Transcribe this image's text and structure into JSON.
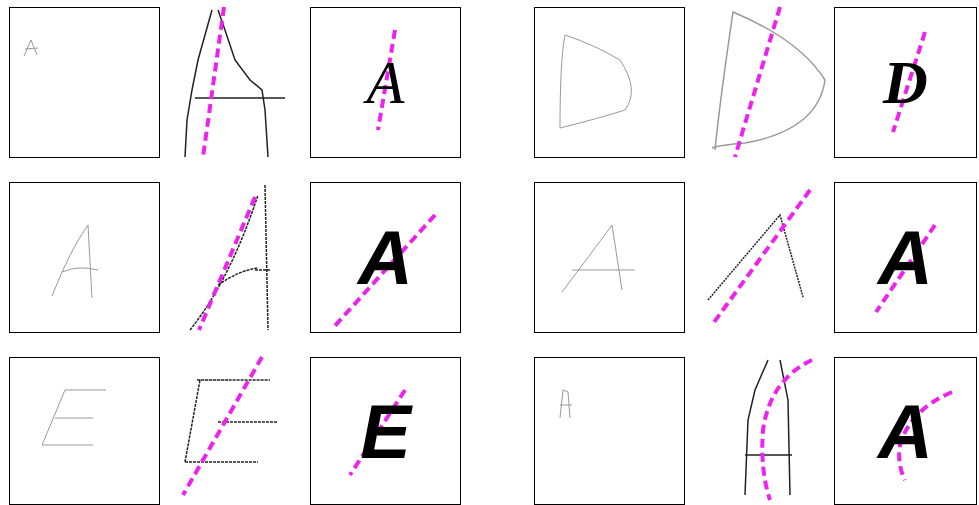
{
  "diagram": {
    "nodes": [
      {
        "text": [
          "A"
        ]
      },
      {
        "text": [
          "D"
        ]
      },
      {
        "text": [
          "A"
        ]
      },
      {
        "text": [
          "A"
        ]
      },
      {
        "text": [
          "E"
        ]
      },
      {
        "text": [
          "A"
        ]
      }
    ]
  }
}
